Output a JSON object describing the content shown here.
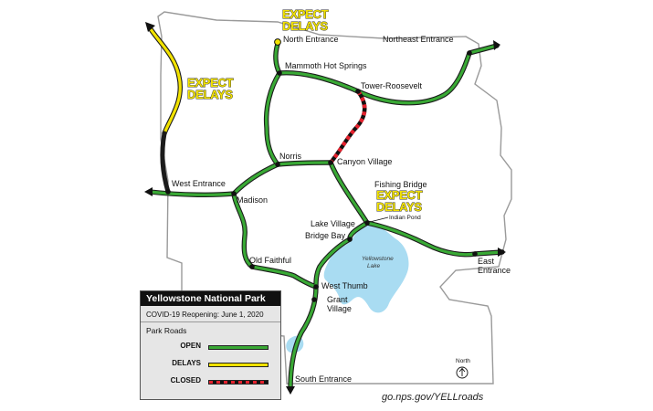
{
  "park_name": "Yellowstone National Park",
  "reopening": "COVID-19 Reopening: June 1, 2020",
  "legend": {
    "heading": "Park Roads",
    "items": [
      {
        "label": "OPEN",
        "status": "open"
      },
      {
        "label": "DELAYS",
        "status": "delays"
      },
      {
        "label": "CLOSED",
        "status": "closed"
      }
    ]
  },
  "colors": {
    "open": "#39a935",
    "delays": "#f2e200",
    "closed_a": "#e4222e",
    "closed_b": "#111111",
    "lake": "#a9dcf2",
    "boundary": "#9a9a9a"
  },
  "delay_notice": "EXPECT DELAYS",
  "places": {
    "north_entrance": "North Entrance",
    "northeast_entrance": "Northeast Entrance",
    "mammoth": "Mammoth Hot Springs",
    "tower": "Tower-Roosevelt",
    "norris": "Norris",
    "canyon": "Canyon Village",
    "west_entrance": "West Entrance",
    "madison": "Madison",
    "fishing_bridge": "Fishing Bridge",
    "indian_pond": "Indian Pond",
    "lake_village": "Lake Village",
    "bridge_bay": "Bridge Bay",
    "east_entrance_1": "East",
    "east_entrance_2": "Entrance",
    "old_faithful": "Old Faithful",
    "west_thumb": "West Thumb",
    "grant_1": "Grant",
    "grant_2": "Village",
    "south_entrance": "South Entrance"
  },
  "lake_name_1": "Yellowstone",
  "lake_name_2": "Lake",
  "north_label": "North",
  "url": "go.nps.gov/YELLroads"
}
